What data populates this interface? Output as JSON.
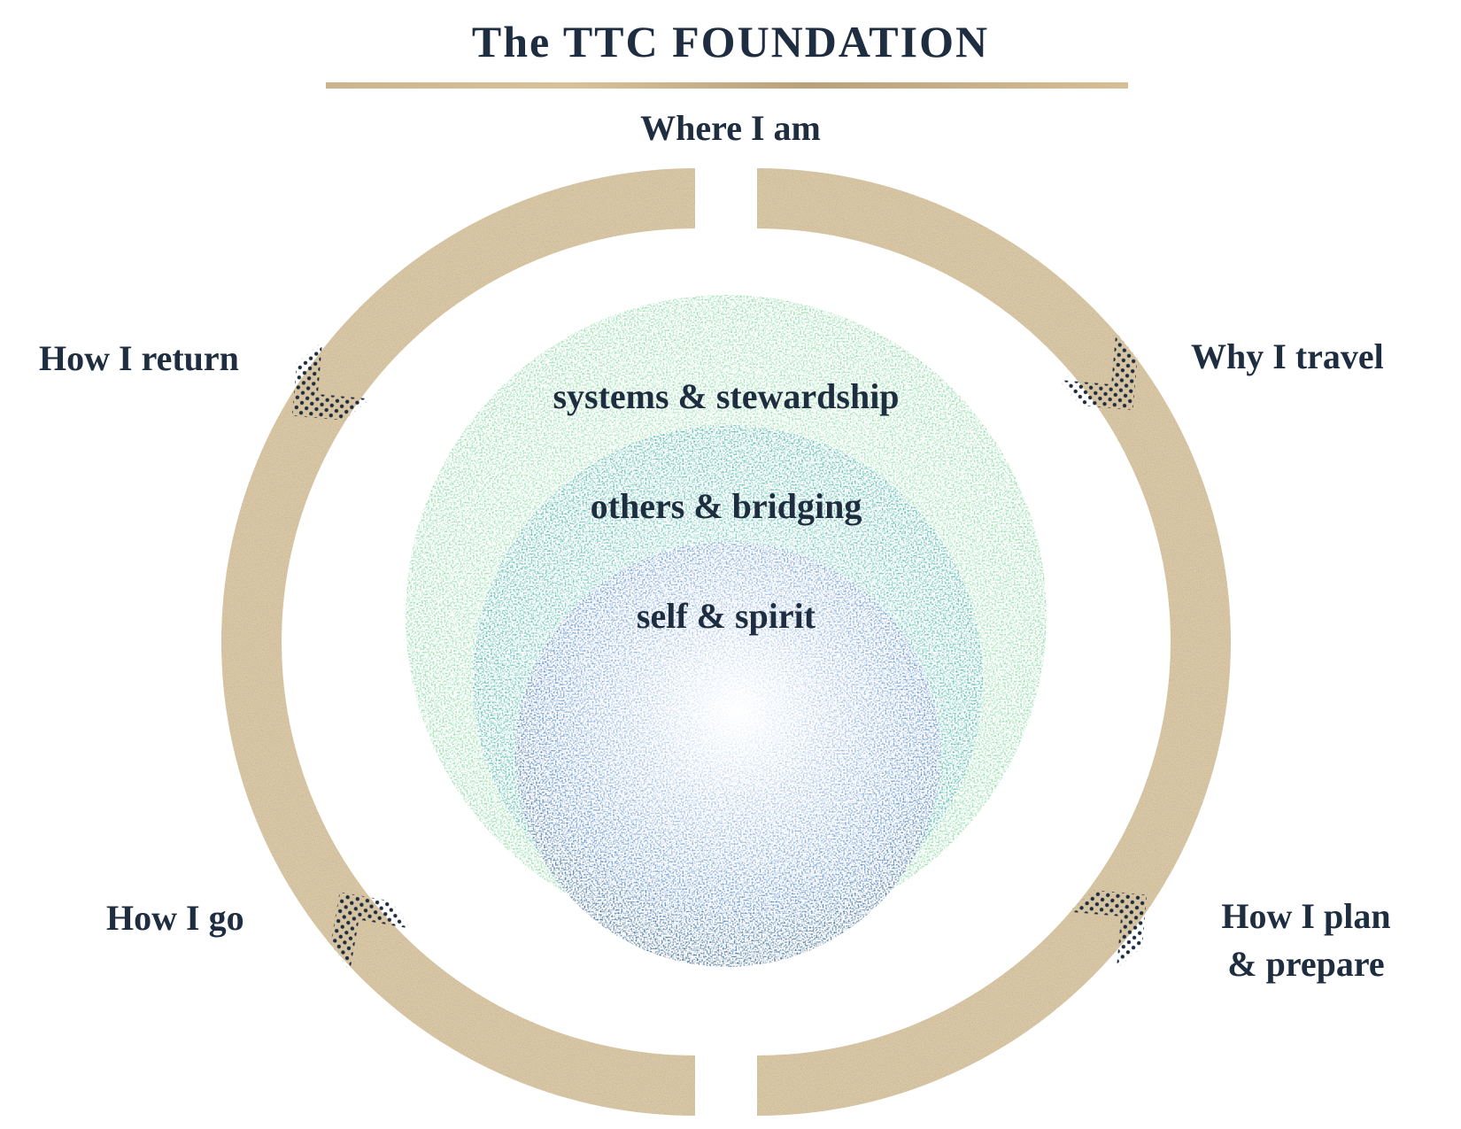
{
  "title": "The TTC FOUNDATION",
  "stages": {
    "top": "Where I am",
    "top_right": "Why I travel",
    "bottom_right_line1": "How I plan",
    "bottom_right_line2": "& prepare",
    "bottom_left": "How I go",
    "top_left": "How I return"
  },
  "rings": {
    "outer": "systems & stewardship",
    "middle": "others & bridging",
    "inner": "self & spirit"
  },
  "colors": {
    "text": "#1f2d40",
    "cycle_ring": "#d8c6a3",
    "outer_ring": "#9fe0b4",
    "middle_ring": "#7fcfc2",
    "inner_ring": "#6f9fd8",
    "arrow": "#1f2d40"
  },
  "icons": [
    "chevron-arrow-icon"
  ]
}
